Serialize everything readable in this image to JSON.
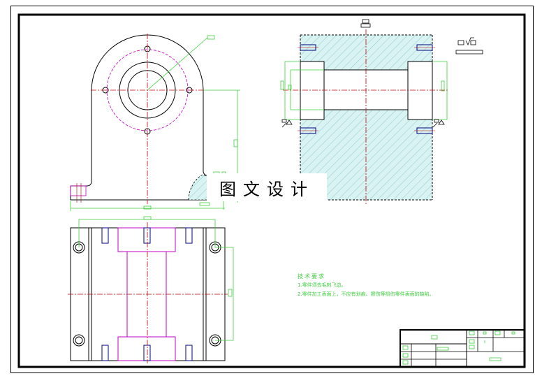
{
  "drawing": {
    "type": "mechanical-engineering-drawing",
    "views": [
      {
        "name": "front-view",
        "description": "bearing-seat with round top, bolt circle of 4 holes, concentric bore"
      },
      {
        "name": "side-section-view",
        "description": "sectioned side view with cross hatching and through bore"
      },
      {
        "name": "top-view",
        "description": "base plate with 4 corner holes and 6 tapped holes"
      }
    ],
    "colors": {
      "outline": "#000000",
      "centerline": "#c00000",
      "dimension": "#3fcf3f",
      "hidden_feature": "#c000c0",
      "hatch": "#bfe9e9",
      "hatch_line": "#7fbfbf",
      "thread": "#000080"
    }
  },
  "watermark": {
    "text": "图文设计"
  },
  "tech_notes": {
    "title": "技术要求",
    "lines": [
      "1.零件须去毛刺飞边。",
      "2.零件加工表面上，不应有划痕、擦伤等损伤零件表面的缺陷。"
    ]
  },
  "surface_finish_symbol": {
    "label": "□√□"
  },
  "title_block": {
    "rows": 4,
    "cells_note": "placeholder text boxes only"
  }
}
